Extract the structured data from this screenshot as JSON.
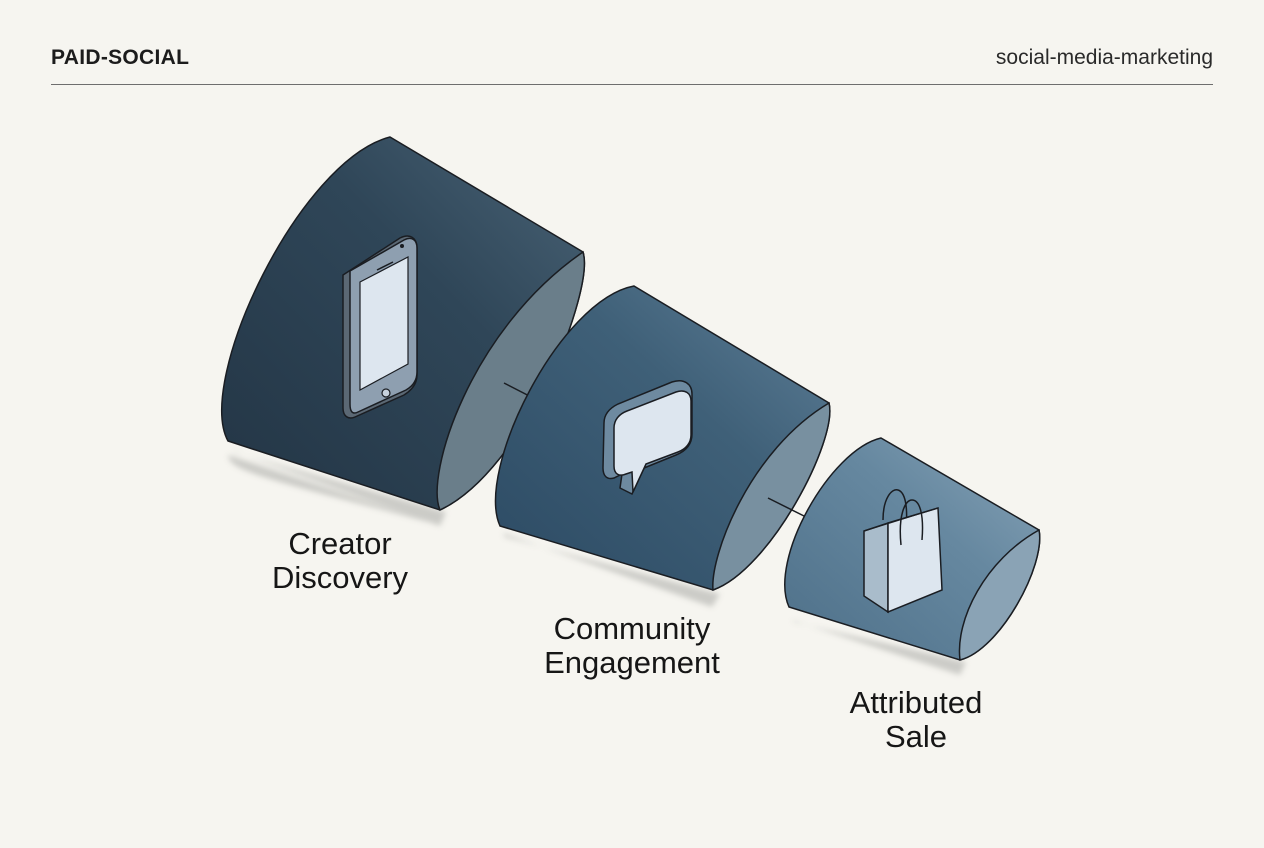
{
  "header": {
    "tag": "PAID-SOCIAL",
    "category": "social-media-marketing"
  },
  "stages": [
    {
      "line1": "Creator",
      "line2": "Discovery",
      "icon": "smartphone-icon"
    },
    {
      "line1": "Community",
      "line2": "Engagement",
      "icon": "speech-bubble-icon"
    },
    {
      "line1": "Attributed",
      "line2": "Sale",
      "icon": "shopping-bag-icon"
    }
  ],
  "colors": {
    "background": "#f6f5f0",
    "funnel_dark": "#2c3e50",
    "funnel_mid": "#3f6078",
    "funnel_light": "#7294ab",
    "icon_fill": "#dde6ef"
  }
}
